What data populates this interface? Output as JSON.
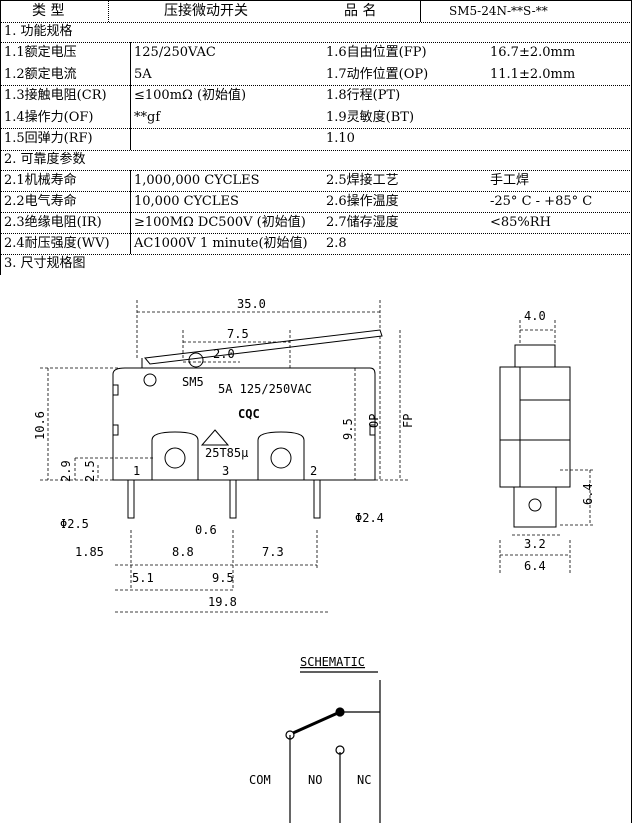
{
  "header": {
    "type_label": "类  型",
    "type_value": "压接微动开关",
    "name_label": "品  名",
    "name_value": "SM5-24N-**S-**"
  },
  "section1": {
    "title": "1.  功能规格",
    "rows": [
      [
        "1.1额定电压",
        "125/250VAC",
        "1.6自由位置(FP)",
        "16.7±2.0mm"
      ],
      [
        "1.2额定电流",
        "5A",
        "1.7动作位置(OP)",
        "11.1±2.0mm"
      ],
      [
        "1.3接触电阻(CR)",
        "≤100mΩ (初始值)",
        "1.8行程(PT)",
        ""
      ],
      [
        "1.4操作力(OF)",
        "**gf",
        "1.9灵敏度(BT)",
        ""
      ],
      [
        "1.5回弹力(RF)",
        "",
        "1.10",
        ""
      ]
    ]
  },
  "section2": {
    "title": "2.  可靠度参数",
    "rows": [
      [
        "2.1机械寿命",
        "1,000,000 CYCLES",
        "2.5焊接工艺",
        "手工焊"
      ],
      [
        "2.2电气寿命",
        "10,000  CYCLES",
        "2.6操作温度",
        "-25° C - +85° C"
      ],
      [
        "2.3绝缘电阻(IR)",
        "≥100MΩ  DC500V (初始值)",
        "2.7储存湿度",
        "<85%RH"
      ],
      [
        "2.4耐压强度(WV)",
        "AC1000V 1 minute(初始值)",
        "2.8",
        ""
      ]
    ]
  },
  "section3": {
    "title": "3.  尺寸规格图"
  },
  "drawing": {
    "marking": {
      "model": "SM5",
      "rating": "5A 125/250VAC",
      "cqc": "CQC",
      "temp": "25T85μ"
    },
    "pins": [
      "1",
      "3",
      "2"
    ],
    "dims": {
      "d35": "35.0",
      "d75": "7.5",
      "d20": "2.0",
      "d106": "10.6",
      "d95v": "9.5",
      "op": "OP",
      "fp": "FP",
      "d29": "2.9",
      "d25": "2.5",
      "phi25": "Φ2.5",
      "d06": "0.6",
      "phi24": "Φ2.4",
      "d185": "1.85",
      "d88": "8.8",
      "d73": "7.3",
      "d51": "5.1",
      "d95": "9.5",
      "d198": "19.8",
      "d40": "4.0",
      "d64v": "6.4",
      "d32": "3.2",
      "d64": "6.4"
    }
  },
  "schematic": {
    "title": "SCHEMATIC",
    "com": "COM",
    "no": "NO",
    "nc": "NC"
  }
}
